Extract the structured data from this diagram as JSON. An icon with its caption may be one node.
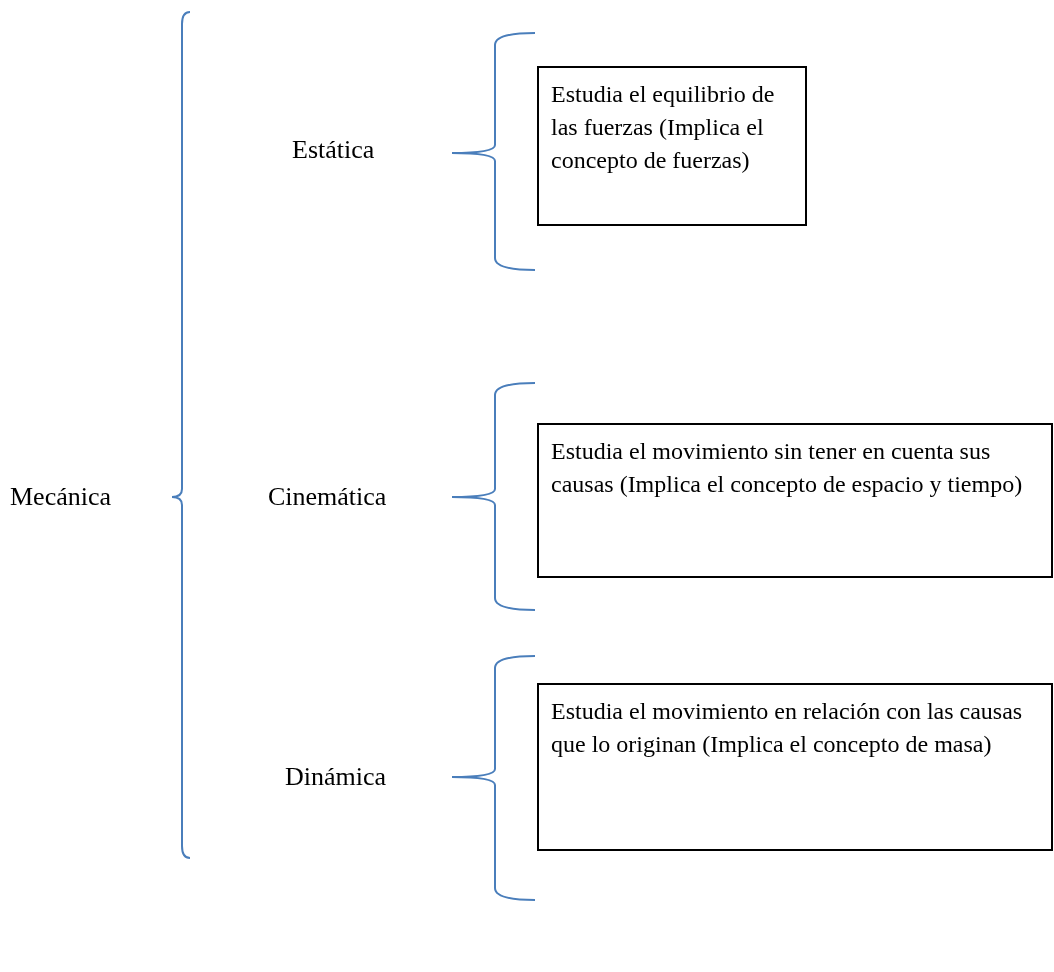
{
  "diagram": {
    "nodes": [
      {
        "text": [
          "Estudia el equilibrio de las fuerzas (Implica el concepto de fuerzas)"
        ]
      },
      {
        "text": [
          "Estudia el movimiento sin tener en cuenta sus causas (Implica el concepto de espacio y tiempo)"
        ]
      },
      {
        "text": [
          "Estudia el movimiento en relación con las causas que lo originan (Implica el concepto de masa)"
        ]
      }
    ],
    "labels": [
      "Mecánica",
      "Estática",
      "Cinemática",
      "Dinámica"
    ]
  }
}
